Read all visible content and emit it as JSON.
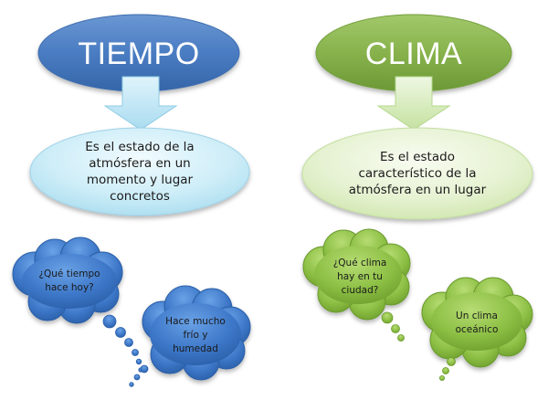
{
  "tiempo": {
    "title": "TIEMPO",
    "definition": "Es el estado de la\natmósfera en un\nmomento y lugar\nconcretos",
    "question": "¿Qué tiempo\nhace hoy?",
    "answer": "Hace mucho\nfrío y\nhumedad"
  },
  "clima": {
    "title": "CLIMA",
    "definition": "Es el estado\ncaracterístico de la\natmósfera en un lugar",
    "question": "¿Qué clima\nhay en tu\nciudad?",
    "answer": "Un clima\noceánico"
  },
  "colors": {
    "tiempo_dark": "#4f7fc0",
    "tiempo_light": "#c9ebf6",
    "clima_dark": "#86b24a",
    "clima_light": "#e6f2d4",
    "tiempo_bubble": "#3a73c4",
    "clima_bubble": "#8abf3e"
  }
}
